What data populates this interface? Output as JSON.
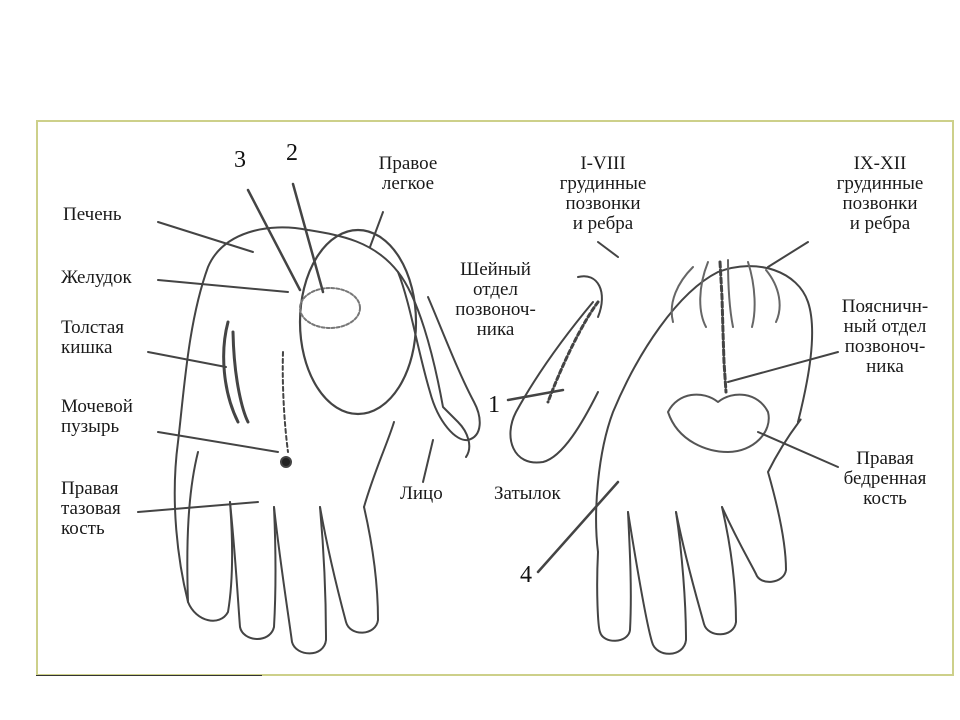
{
  "labels": {
    "liver": "Печень",
    "stomach": "Желудок",
    "colon": "Толстая\nкишка",
    "bladder": "Мочевой\nпузырь",
    "right_pelvic_bone": "Правая\nтазовая\nкость",
    "right_lung": "Правое\nлегкое",
    "face": "Лицо",
    "thoracic_1_8": "I-VIII\nгрудинные\nпозвонки\nи ребра",
    "thoracic_9_12": "IX-XII\nгрудинные\nпозвонки\nи ребра",
    "cervical": "Шейный\nотдел\nпозвоноч-\nника",
    "occiput": "Затылок",
    "lumbar": "Поясничн-\nный отдел\nпозвоноч-\nника",
    "right_femur": "Правая\nбедренная\nкость"
  },
  "numbers": {
    "n1": "1",
    "n2": "2",
    "n3": "3",
    "n4": "4"
  },
  "colors": {
    "ink": "#1a1a1a",
    "frame": "#cdd08a",
    "sketch": "#555555"
  }
}
